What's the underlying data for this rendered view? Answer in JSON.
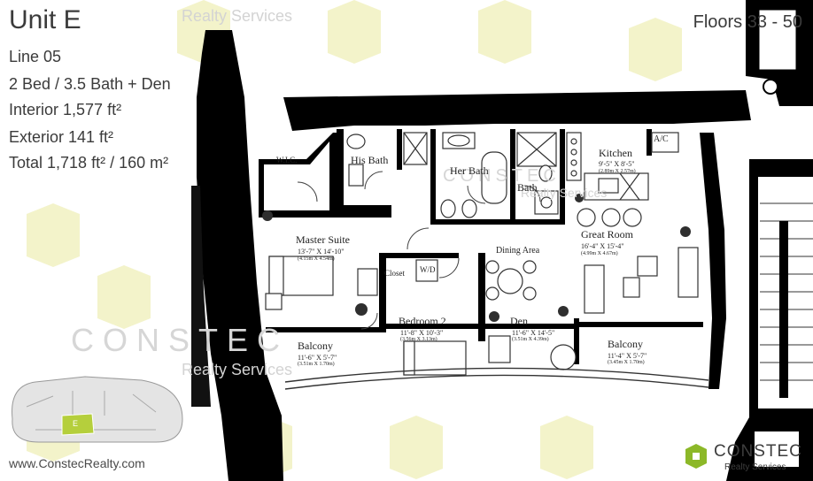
{
  "unit": {
    "title": "Unit E",
    "line": "Line 05",
    "beds_baths": "2 Bed / 3.5 Bath + Den",
    "interior": "Interior 1,577 ft²",
    "exterior": "Exterior 141 ft²",
    "total": "Total 1,718 ft² / 160 m²",
    "floors": "Floors 33 - 50"
  },
  "brand": {
    "website": "www.ConstecRealty.com",
    "logo_name": "CONSTEC",
    "logo_sub": "Realty Services",
    "watermark_name": "CONSTEC",
    "watermark_sub": "Realty Services"
  },
  "rooms": {
    "wic": "W.I.C.",
    "his_bath": "His Bath",
    "her_bath": "Her Bath",
    "bath": "Bath",
    "kitchen": {
      "name": "Kitchen",
      "dim": "9'-5\" X 8'-5\"",
      "metric": "(2.89m X 2.57m)"
    },
    "ac": "A/C",
    "master": {
      "name": "Master Suite",
      "dim": "13'-7\" X 14'-10\"",
      "metric": "(4.15m X 4.54m)"
    },
    "closet": "Closet",
    "wd": "W/D",
    "dining": "Dining Area",
    "great": {
      "name": "Great Room",
      "dim": "16'-4\" X 15'-4\"",
      "metric": "(4.99m X 4.67m)"
    },
    "bedroom2": {
      "name": "Bedroom 2",
      "dim": "11'-8\" X 10'-3\"",
      "metric": "(3.56m X 3.13m)"
    },
    "den": {
      "name": "Den",
      "dim": "11'-6\" X 14'-5\"",
      "metric": "(3.51m X 4.39m)"
    },
    "balcony_left": {
      "name": "Balcony",
      "dim": "11'-6\" X 5'-7\"",
      "metric": "(3.51m X 1.70m)"
    },
    "balcony_right": {
      "name": "Balcony",
      "dim": "11'-4\" X 5'-7\"",
      "metric": "(3.45m X 1.70m)"
    }
  },
  "keyplan": {
    "unit_marker": "E",
    "highlight_color": "#b5cf3c"
  },
  "colors": {
    "wall": "#000000",
    "accent": "#8cb828",
    "watermark": "#eeeeb4",
    "text": "#3b3b3b"
  }
}
